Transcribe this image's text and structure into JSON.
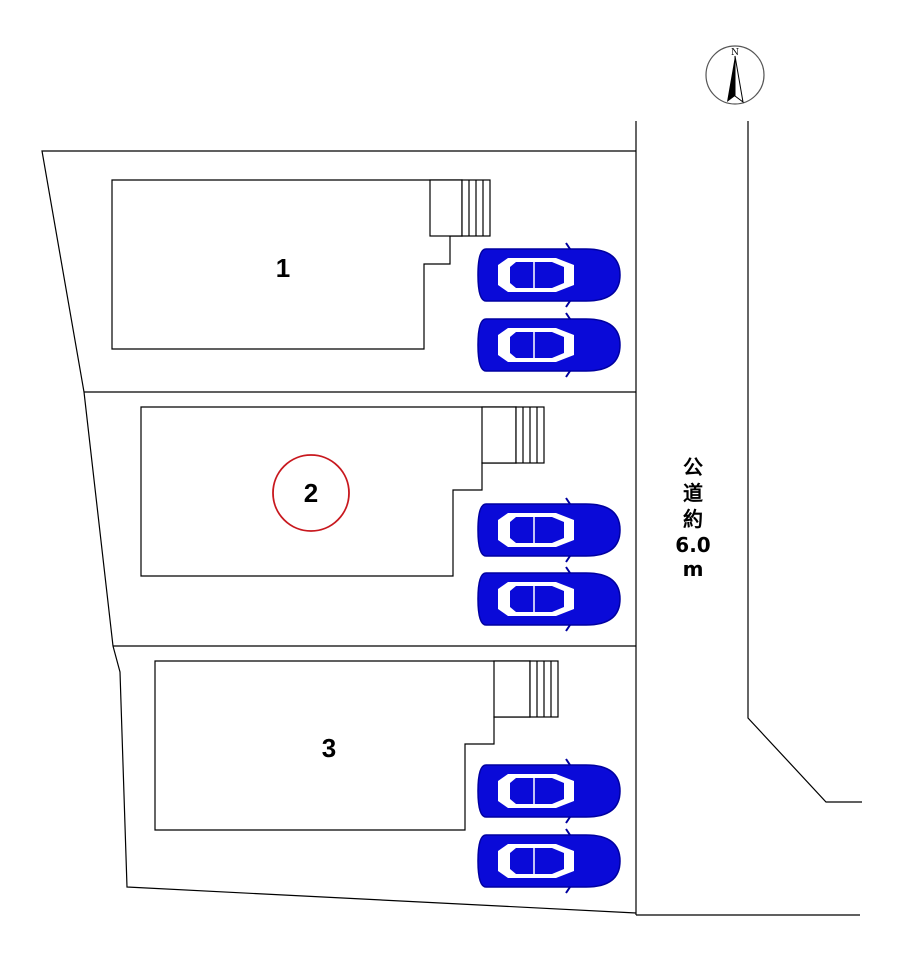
{
  "lots": [
    {
      "label": "1",
      "highlighted": false
    },
    {
      "label": "2",
      "highlighted": true
    },
    {
      "label": "3",
      "highlighted": false
    }
  ],
  "road": {
    "lines": [
      "公",
      "道",
      "約",
      "6.0",
      "m"
    ]
  },
  "compass": {
    "label": "N"
  },
  "colors": {
    "car": "#0a0ad8",
    "car_outline": "#0000a0",
    "highlight": "#c8181e",
    "line": "#000000"
  }
}
